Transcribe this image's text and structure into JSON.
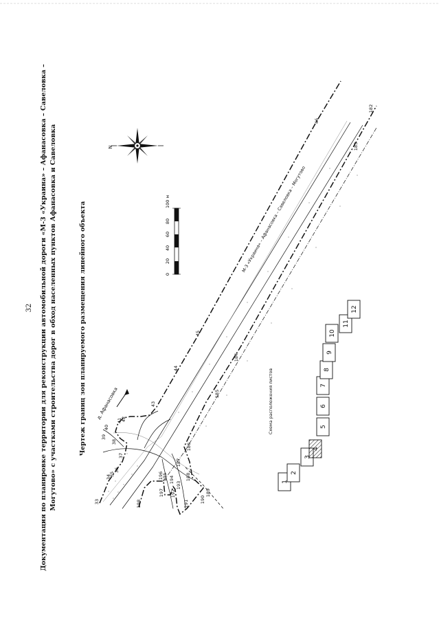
{
  "page_number": "32",
  "title_line1": "Документация по планировке территории для реконструкции автомобильной дороги «М-3 «Украина» – Афанасовка – Савеловка –",
  "title_line2": "Могутово» с участками строительства дорог в обход населенных пунктов Афанасовка и Савеловка",
  "drawing_title": "Чертеж границ зон планируемого размещения линейного объекта",
  "north_label": "N",
  "scale_labels": [
    "0",
    "20",
    "40",
    "60",
    "80",
    "100 м"
  ],
  "road_label": "М-3 «Украина» – Афанасовка – Савеловка – Могутово",
  "direction_label": "д. Афанасовка",
  "sheet_scheme_label": "Схема расположения листов",
  "sheets": [
    "1",
    "2",
    "3",
    "4",
    "5",
    "6",
    "7",
    "8",
    "9",
    "10",
    "11",
    "12"
  ],
  "current_sheet": "4",
  "points": {
    "p33": "33",
    "p34": "34",
    "p35": "35",
    "p36": "36",
    "p37": "37",
    "p38": "38",
    "p39": "39",
    "p40": "40",
    "p41": "41",
    "p42": "42",
    "p43": "43",
    "p44": "44",
    "p45": "45",
    "p46": "46",
    "p182": "182",
    "p183": "183",
    "p184": "184",
    "p185": "185",
    "p186": "186",
    "p187": "187",
    "p188": "188",
    "p189": "189",
    "p190": "190",
    "p191": "191",
    "p192": "192",
    "p193": "193",
    "p194": "194",
    "p195": "195",
    "p196": "196",
    "p197": "197",
    "p198": "198"
  }
}
